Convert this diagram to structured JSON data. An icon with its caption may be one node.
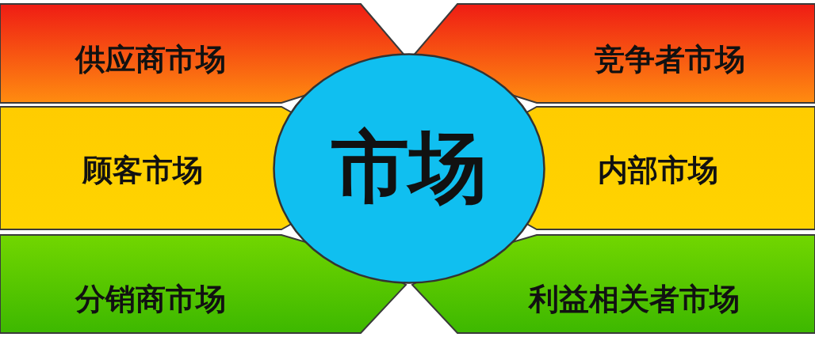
{
  "diagram": {
    "nodes": [
      {
        "text": [
          "市场"
        ]
      },
      {
        "text": [
          "供应商市场"
        ]
      },
      {
        "text": [
          "竞争者市场"
        ]
      },
      {
        "text": [
          "顾客市场"
        ]
      },
      {
        "text": [
          "内部市场"
        ]
      },
      {
        "text": [
          "分销商市场"
        ]
      },
      {
        "text": [
          "利益相关者市场"
        ]
      }
    ]
  }
}
